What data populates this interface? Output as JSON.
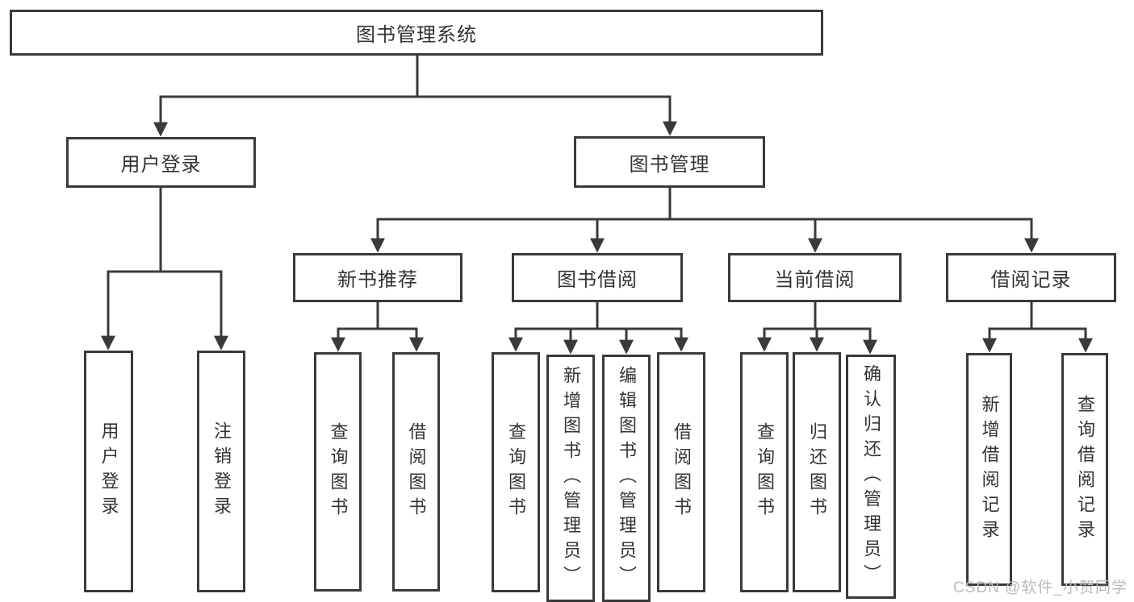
{
  "tree": {
    "root": "图书管理系统",
    "branches": [
      {
        "label": "用户登录",
        "children": [
          "用户登录",
          "注销登录"
        ]
      },
      {
        "label": "图书管理",
        "sections": [
          {
            "label": "新书推荐",
            "children": [
              "查询图书",
              "借阅图书"
            ]
          },
          {
            "label": "图书借阅",
            "children": [
              "查询图书",
              "新增图书（管理员）",
              "编辑图书（管理员）",
              "借阅图书"
            ]
          },
          {
            "label": "当前借阅",
            "children": [
              "查询图书",
              "归还图书",
              "确认归还（管理员）"
            ]
          },
          {
            "label": "借阅记录",
            "children": [
              "新增借阅记录",
              "查询借阅记录"
            ]
          }
        ]
      }
    ]
  },
  "watermark": "CSDN @软件_小贺同学",
  "colors": {
    "line": "#3a3a3a",
    "text": "#333333",
    "watermark": "#b7babe"
  }
}
